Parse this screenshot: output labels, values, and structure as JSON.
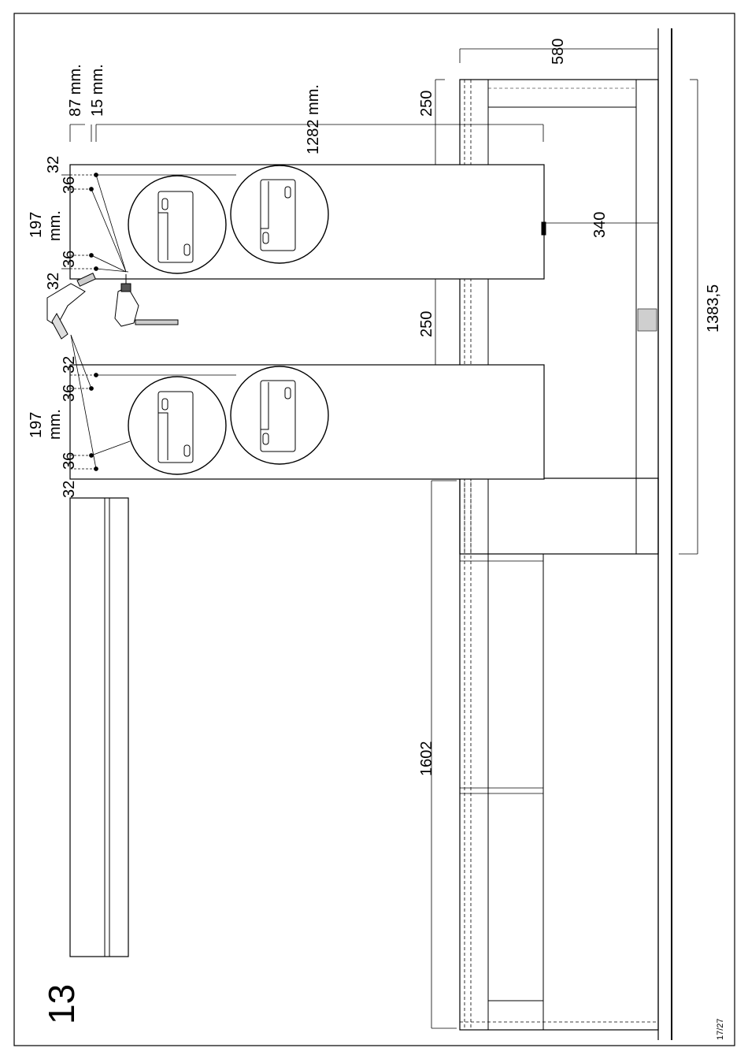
{
  "step_number": "13",
  "page_number": "17/27",
  "dimensions": {
    "d580": "580",
    "d250_top": "250",
    "d250_mid": "250",
    "d340": "340",
    "d1383": "1383,5",
    "d1602": "1602",
    "d1282": "1282 mm.",
    "d87": "87 mm.",
    "d15": "15 mm."
  },
  "panel_top": {
    "d197": "197",
    "dmm": "mm.",
    "h1": "32",
    "h2": "36",
    "h3": "36",
    "h4": "32"
  },
  "panel_bottom": {
    "d197": "197",
    "dmm": "mm.",
    "h1": "32",
    "h2": "36",
    "h3": "36",
    "h4": "32"
  },
  "icons": {
    "drill": "drill-icon",
    "hinge": "hinge-plate-icon"
  }
}
